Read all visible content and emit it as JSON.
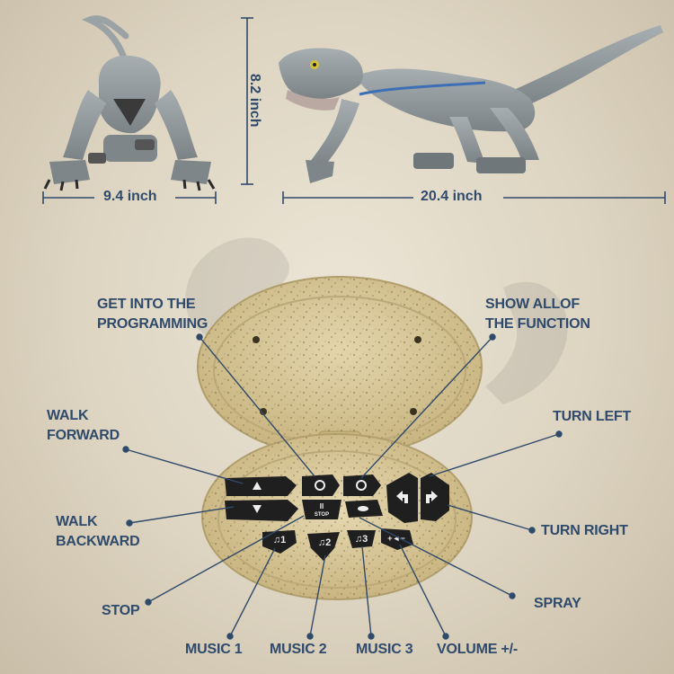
{
  "dimensions": {
    "height": "8.2 inch",
    "front_width": "9.4 inch",
    "length": "20.4 inch"
  },
  "labels": {
    "programming": "GET INTO THE\nPROGRAMMING",
    "show_all": "SHOW ALLOF\nTHE FUNCTION",
    "walk_forward": "WALK\nFORWARD",
    "turn_left": "TURN LEFT",
    "walk_backward": "WALK\nBACKWARD",
    "turn_right": "TURN RIGHT",
    "stop": "STOP",
    "spray": "SPRAY",
    "music1": "MUSIC 1",
    "music2": "MUSIC 2",
    "music3": "MUSIC 3",
    "volume": "VOLUME +/-"
  },
  "buttons": {
    "stop_text": "STOP",
    "stop_symbol": "II",
    "m1": "♫1",
    "m2": "♫2",
    "m3": "♫3",
    "vol": "+◄−"
  },
  "colors": {
    "label": "#2f4a6b",
    "egg": "#d9c99a",
    "button": "#1f1f1f",
    "dino": "#8f979a"
  }
}
